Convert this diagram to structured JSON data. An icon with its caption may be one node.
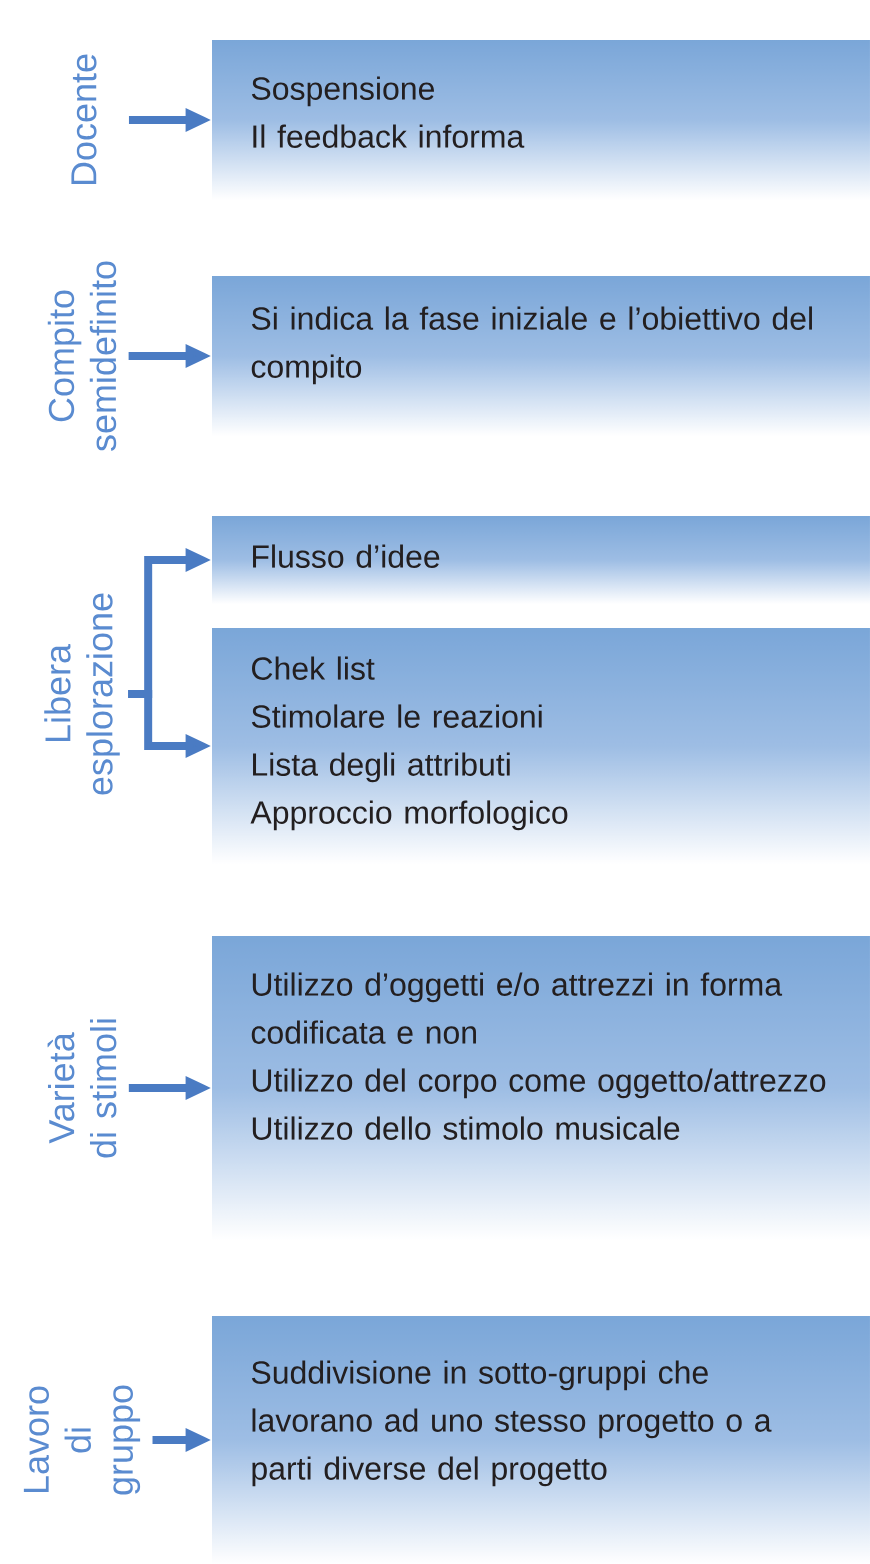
{
  "diagram": {
    "nodes": [
      {
        "text": [
          "Docente"
        ]
      },
      {
        "text": [
          "Sospensione",
          "Il feedback informa"
        ]
      },
      {
        "text": [
          "Compito semidefinito"
        ]
      },
      {
        "text": [
          "Si indica la fase iniziale e l’obiettivo del compito"
        ]
      },
      {
        "text": [
          "Libera esplorazione"
        ]
      },
      {
        "text": [
          "Flusso d’idee"
        ]
      },
      {
        "text": [
          "Chek list",
          "Stimolare le reazioni",
          "Lista degli attributi",
          "Approccio morfologico"
        ]
      },
      {
        "text": [
          "Varietà di stimoli"
        ]
      },
      {
        "text": [
          "Utilizzo d’oggetti e/o attrezzi in forma codificata e non",
          "Utilizzo del corpo come oggetto/attrezzo",
          "Utilizzo dello stimolo musicale"
        ]
      },
      {
        "text": [
          "Lavoro di gruppo"
        ]
      },
      {
        "text": [
          "Suddivisione in sotto-gruppi che lavorano ad uno stesso progetto o a parti diverse del progetto"
        ]
      }
    ],
    "edges": [
      {
        "from": 0,
        "to": 1,
        "arrow": "to"
      },
      {
        "from": 2,
        "to": 3,
        "arrow": "to"
      },
      {
        "from": 4,
        "to": 5,
        "arrow": "to"
      },
      {
        "from": 4,
        "to": 6,
        "arrow": "to"
      },
      {
        "from": 7,
        "to": 8,
        "arrow": "to"
      },
      {
        "from": 9,
        "to": 10,
        "arrow": "to"
      }
    ]
  }
}
